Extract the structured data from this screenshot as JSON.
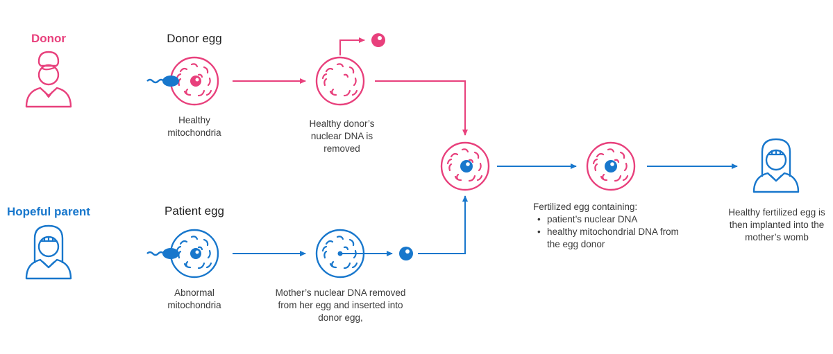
{
  "colors": {
    "pink": "#e8407c",
    "blue": "#1877cc",
    "text": "#3a3a3a",
    "title": "#1f1f1f"
  },
  "rows": {
    "donor": {
      "role": "Donor",
      "egg_title": "Donor egg",
      "cell_label": "Healthy mitochondria",
      "icon": "donor-person-icon"
    },
    "parent": {
      "role": "Hopeful parent",
      "egg_title": "Patient egg",
      "cell_label": "Abnormal mitochondria",
      "icon": "parent-person-icon"
    }
  },
  "steps": {
    "donor_removed": "Healthy donor’s nuclear DNA is removed",
    "mother_removed": "Mother’s nuclear DNA removed from her egg and inserted into donor egg,",
    "fertilized": {
      "heading": "Fertilized egg containing:",
      "items": [
        "patient’s nuclear DNA",
        "healthy mitochondrial DNA from the egg donor"
      ]
    },
    "implanted": "Healthy fertilized egg is then implanted into the mother’s womb"
  }
}
